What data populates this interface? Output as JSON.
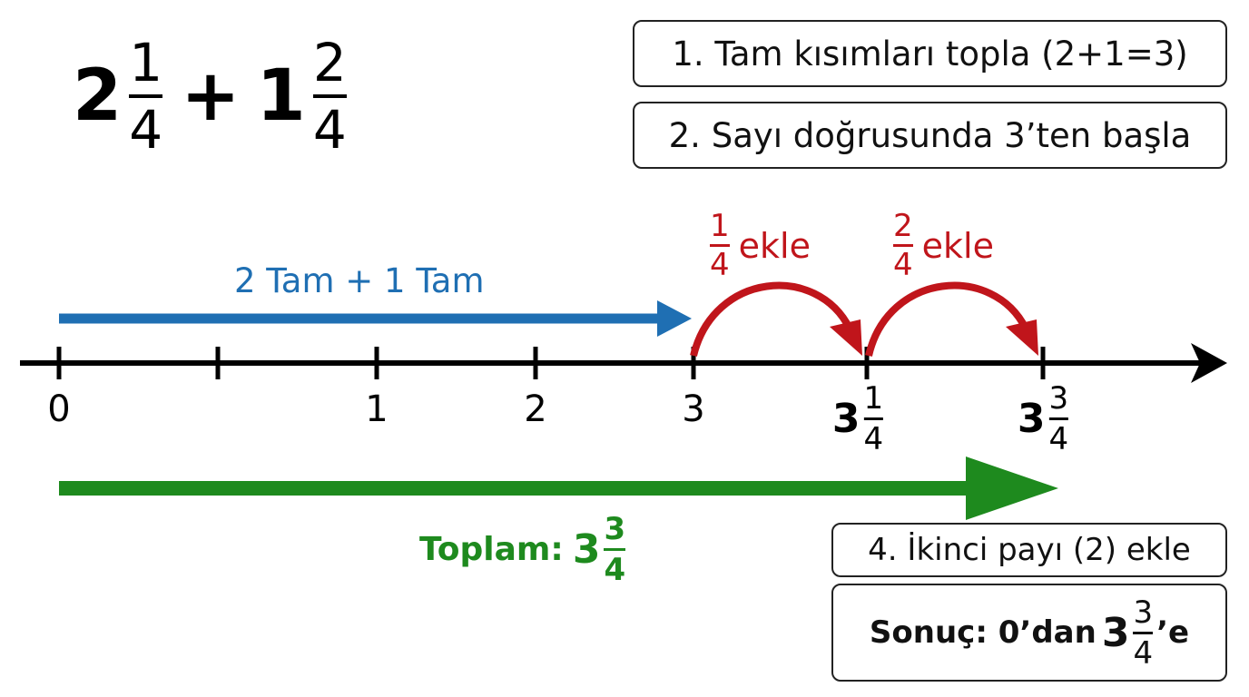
{
  "expression": {
    "first": {
      "whole": "2",
      "numerator": "1",
      "denominator": "4"
    },
    "operator": "+",
    "second": {
      "whole": "1",
      "numerator": "2",
      "denominator": "4"
    }
  },
  "steps": {
    "step1": "1. Tam kısımları topla (2+1=3)",
    "step2": "2. Sayı doğrusunda 3’ten başla",
    "step4": "4. İkinci payı (2) ekle",
    "result": {
      "prefix": "Sonuç: 0’dan",
      "whole": "3",
      "numerator": "3",
      "denominator": "4",
      "suffix": "’e"
    }
  },
  "labels": {
    "blue_arrow": "2 Tam + 1 Tam",
    "red_jump1": {
      "numerator": "1",
      "denominator": "4",
      "text": "ekle"
    },
    "red_jump2": {
      "numerator": "2",
      "denominator": "4",
      "text": "ekle"
    },
    "total": {
      "prefix": "Toplam:",
      "whole": "3",
      "numerator": "3",
      "denominator": "4"
    }
  },
  "number_line": {
    "ticks": [
      "0",
      "1",
      "2",
      "3"
    ],
    "mixed_ticks": [
      {
        "whole": "3",
        "numerator": "1",
        "denominator": "4"
      },
      {
        "whole": "3",
        "numerator": "3",
        "denominator": "4"
      }
    ]
  },
  "colors": {
    "blue": "#1f6fb3",
    "red": "#c0151b",
    "green": "#1e8a1e",
    "axis": "#000000"
  }
}
